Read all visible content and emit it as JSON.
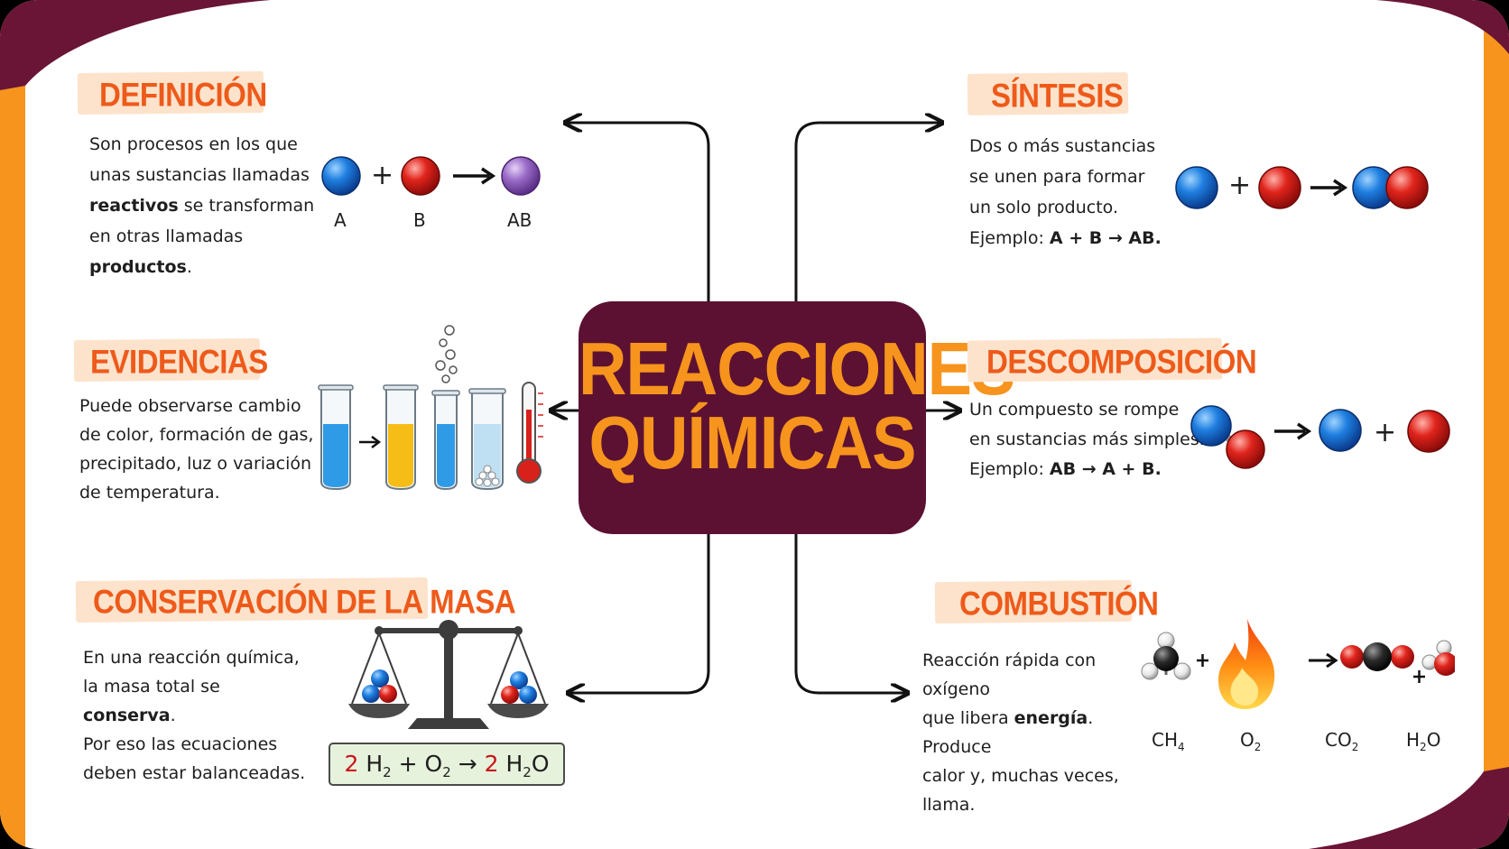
{
  "center": {
    "line1": "REACCIONES",
    "line2": "QUÍMICAS"
  },
  "colors": {
    "accent_orange": "#f6941d",
    "title_orange": "#ee5a1a",
    "maroon": "#5c1132",
    "tag_bg": "#fde3cc"
  },
  "definicion": {
    "title": "DEFINICIÓN",
    "p1": "Son procesos en los que",
    "p2": "unas sustancias llamadas",
    "p3_bold": "reactivos",
    "p3_rest": " se transforman",
    "p4": "en otras llamadas",
    "p5_bold": "productos",
    "p5_rest": ".",
    "label_a": "A",
    "label_b": "B",
    "label_ab": "AB",
    "plus": "+"
  },
  "evidencias": {
    "title": "EVIDENCIAS",
    "p1": "Puede observarse cambio",
    "p2": "de color, formación de gas,",
    "p3": "precipitado, luz o variación",
    "p4": "de temperatura."
  },
  "conservacion": {
    "title": "CONSERVACIÓN DE LA MASA",
    "p1": "En una reacción química,",
    "p2_pre": "la masa total se ",
    "p2_bold": "conserva",
    "p2_post": ".",
    "p3": "Por eso las ecuaciones",
    "p4": "deben estar balanceadas.",
    "eq": {
      "c1": "2",
      "t1": "H",
      "s1": "2",
      "mid": " + O",
      "s2": "2",
      "arrow": " → ",
      "c2": "2",
      "t2": "H",
      "s3": "2",
      "t3": "O"
    }
  },
  "sintesis": {
    "title": "SÍNTESIS",
    "p1": "Dos o más sustancias",
    "p2": "se unen para formar",
    "p3": "un solo producto.",
    "p4_pre": "Ejemplo: ",
    "p4_bold": "A + B → AB.",
    "plus": "+"
  },
  "descomposicion": {
    "title": "DESCOMPOSICIÓN",
    "p1": "Un compuesto se rompe",
    "p2": "en sustancias más simples.",
    "p3_pre": "Ejemplo: ",
    "p3_bold": "AB → A + B.",
    "plus": "+"
  },
  "combustion": {
    "title": "COMBUSTIÓN",
    "p1": "Reacción rápida con oxígeno",
    "p2_pre": "que libera ",
    "p2_bold": "energía",
    "p2_post": ". Produce",
    "p3": "calor y, muchas veces,",
    "p4": "llama.",
    "ch4": {
      "t": "CH",
      "s": "4"
    },
    "o2": {
      "t": "O",
      "s": "2"
    },
    "co2": {
      "t": "CO",
      "s": "2"
    },
    "h2o": {
      "t1": "H",
      "s": "2",
      "t2": "O"
    },
    "plus": "+"
  }
}
